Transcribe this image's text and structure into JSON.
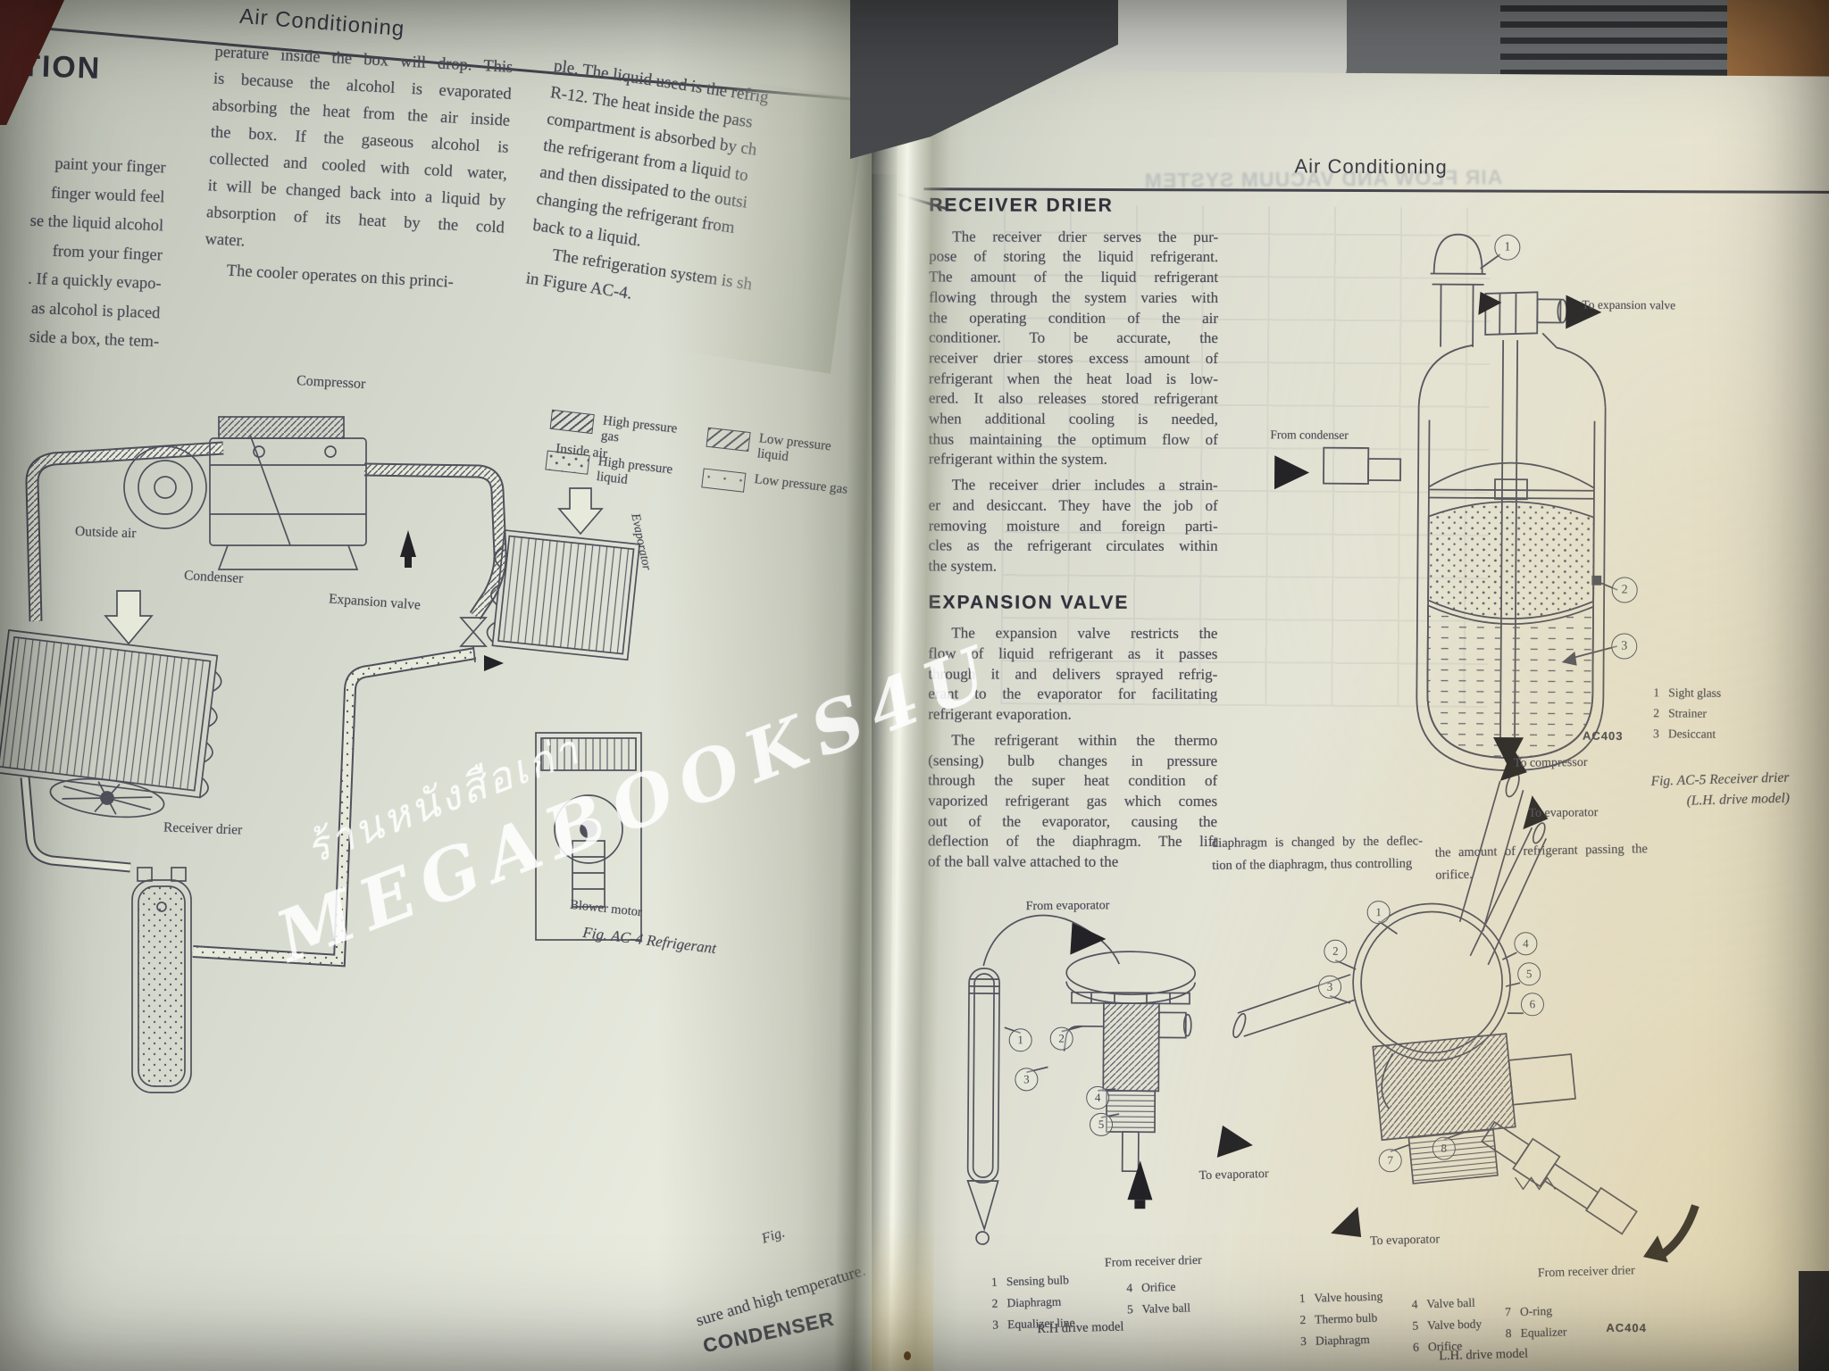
{
  "colors": {
    "background": "#3a3d3f",
    "paper": "#e6e8da",
    "ink": "#4c4c58",
    "heading_ink": "#32323c",
    "arrow_black": "#1f1f22",
    "wood": "#9a6d41",
    "table_tan": "#c4ae7b",
    "watermark": "#ffffff"
  },
  "watermark": {
    "line1": "ร้านหนังสือเก่า",
    "line2": "MEGABOOKS4U"
  },
  "left_page": {
    "header": "Air Conditioning",
    "partial_heading": "ATION",
    "left_column_fragments": [
      "paint your finger",
      "finger would feel",
      "se the liquid alcohol",
      "from your finger",
      ". If a quickly evapo-",
      "as alcohol is placed",
      "side a box, the tem-"
    ],
    "middle_column_para1": [
      "perature inside the box will drop. This",
      "is because the alcohol is evaporated",
      "absorbing the heat from the air inside",
      "the box. If the gaseous alcohol is",
      "collected and cooled with cold water,",
      "it will be changed back into a liquid by",
      "absorption of its heat by the cold",
      "water."
    ],
    "middle_column_para2": [
      "The cooler operates on this princi-"
    ],
    "spine_column_para1": [
      "ple. The liquid used is the refrig",
      "R-12. The heat inside the pass",
      "compartment is absorbed by ch",
      "the refrigerant from a liquid to",
      "and then dissipated to the outsi",
      "changing the refrigerant from",
      "back to a liquid."
    ],
    "spine_column_para2": [
      "The refrigeration system is sh",
      "in Figure AC-4."
    ],
    "legend_items": [
      {
        "swatch": "hatch-dense",
        "label": "High pressure gas"
      },
      {
        "swatch": "dots-dense",
        "label": "High pressure liquid"
      },
      {
        "swatch": "hatch-light",
        "label": "Low pressure liquid"
      },
      {
        "swatch": "dots-sparse",
        "label": "Low pressure gas"
      }
    ],
    "diagram_labels": {
      "compressor": "Compressor",
      "outside_air": "Outside air",
      "condenser": "Condenser",
      "expansion_valve": "Expansion valve",
      "inside_air": "Inside air",
      "evaporator": "Evaporator",
      "receiver_drier": "Receiver drier",
      "blower_motor": "Blower motor"
    },
    "figure_caption": "Fig. AC-4  Refrigerant",
    "bottom_fragments": {
      "fig": "Fig.",
      "line1": "sure and high temperature.",
      "heading": "CONDENSER"
    }
  },
  "right_page": {
    "header": "Air Conditioning",
    "show_through_heading": "AIR FLOW AND VACUUM SYSTEM",
    "receiver_drier": {
      "heading": "RECEIVER DRIER",
      "para1": [
        "The receiver drier serves the pur-",
        "pose of storing the liquid refrigerant.",
        "The amount of the liquid refrigerant",
        "flowing through the system varies with",
        "the operating condition of the air",
        "conditioner. To be accurate, the",
        "receiver drier stores excess amount of",
        "refrigerant when the heat load is low-",
        "ered. It also releases stored refrigerant",
        "when additional cooling is needed,",
        "thus maintaining the optimum flow of",
        "refrigerant within the system."
      ],
      "para2": [
        "The receiver drier includes a strain-",
        "er and desiccant. They have the job of",
        "removing moisture and foreign parti-",
        "cles as the refrigerant circulates within",
        "the system."
      ]
    },
    "expansion_valve": {
      "heading": "EXPANSION VALVE",
      "para1": [
        "The expansion valve restricts the",
        "flow of liquid refrigerant as it passes",
        "through it and delivers sprayed refrig-",
        "erant to the evaporator for facilitating",
        "refrigerant evaporation."
      ],
      "para2": [
        "The refrigerant within the thermo",
        "(sensing) bulb changes in pressure",
        "through the super heat condition of",
        "vaporized refrigerant gas which comes",
        "out of the evaporator, causing the",
        "deflection of the diaphragm. The lift",
        "of the ball valve attached to the"
      ]
    },
    "continuation_left": [
      "diaphragm is changed by the deflec-",
      "tion of the diaphragm, thus controlling"
    ],
    "continuation_right": [
      "the amount of refrigerant passing the",
      "orifice."
    ],
    "fig_ac5": {
      "outlet_label": "To expansion valve",
      "inlet_label": "From condenser",
      "callouts": [
        "1",
        "2",
        "3"
      ],
      "legend_lines": [
        "1   Sight glass",
        "2   Strainer",
        "3   Desiccant"
      ],
      "code": "AC403",
      "caption_line1": "Fig. AC-5  Receiver drier",
      "caption_line2": "(L.H. drive model)"
    },
    "fig_bottom": {
      "from_evaporator_label": "From evaporator",
      "rh": {
        "callouts": [
          "1",
          "2",
          "3",
          "4",
          "5"
        ],
        "to_evaporator_label": "To evaporator",
        "from_receiver_drier_label": "From receiver drier",
        "legend_col1": [
          "1   Sensing bulb",
          "2   Diaphragm",
          "3   Equalizer line"
        ],
        "legend_col2": [
          "4   Orifice",
          "5   Valve ball"
        ],
        "caption": "R.H drive model"
      },
      "lh": {
        "callouts": [
          "1",
          "2",
          "3",
          "4",
          "5",
          "6",
          "7",
          "8"
        ],
        "to_compressor_label": "To compressor",
        "to_evaporator_upper_label": "To evaporator",
        "to_evaporator_lower_label": "To evaporator",
        "from_receiver_drier_label": "From receiver drier",
        "legend_col1": [
          "1   Valve housing",
          "2   Thermo bulb",
          "3   Diaphragm"
        ],
        "legend_col2": [
          "4   Valve ball",
          "5   Valve body",
          "6   Orifice"
        ],
        "legend_col3": [
          "7   O-ring",
          "8   Equalizer"
        ],
        "caption": "L.H. drive model",
        "code": "AC404"
      }
    }
  }
}
